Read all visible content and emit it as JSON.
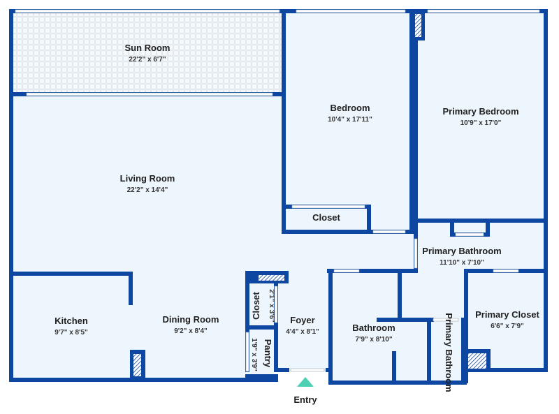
{
  "colors": {
    "wall": "#0d47a1",
    "floor": "#eef6fd",
    "sunroom_floor": "#f4f8fb",
    "window": "#ffffff",
    "entry_marker": "#4dd0b4"
  },
  "rooms": {
    "sun_room": {
      "name": "Sun Room",
      "dims": "22'2\" x 6'7\""
    },
    "living_room": {
      "name": "Living Room",
      "dims": "22'2\" x 14'4\""
    },
    "bedroom": {
      "name": "Bedroom",
      "dims": "10'4\" x 17'11\""
    },
    "primary_bedroom": {
      "name": "Primary Bedroom",
      "dims": "10'9\" x 17'0\""
    },
    "bedroom_closet": {
      "name": "Closet"
    },
    "primary_bathroom": {
      "name": "Primary Bathroom",
      "dims": "11'10\" x 7'10\""
    },
    "kitchen": {
      "name": "Kitchen",
      "dims": "9'7\" x 8'5\""
    },
    "dining_room": {
      "name": "Dining Room",
      "dims": "9'2\" x 8'4\""
    },
    "foyer_closet": {
      "name": "Closet",
      "dims": "2'1\" x 3'6\""
    },
    "pantry": {
      "name": "Pantry",
      "dims": "1'9\" x 3'9\""
    },
    "foyer": {
      "name": "Foyer",
      "dims": "4'4\" x 8'1\""
    },
    "bathroom": {
      "name": "Bathroom",
      "dims": "7'9\" x 8'10\""
    },
    "primary_bathroom_2": {
      "name": "Primary Bathroom"
    },
    "primary_closet": {
      "name": "Primary Closet",
      "dims": "6'6\" x 7'9\""
    }
  },
  "entry": {
    "label": "Entry"
  }
}
